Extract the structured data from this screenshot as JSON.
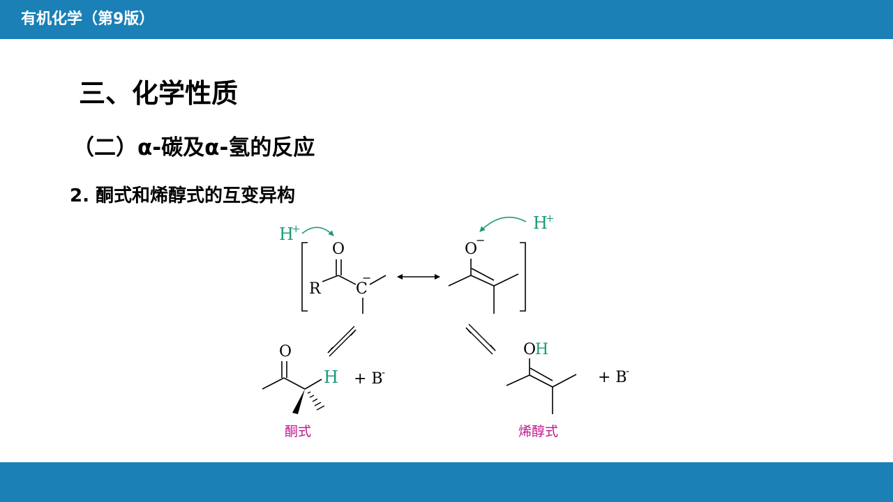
{
  "header": {
    "title": "有机化学（第9版）"
  },
  "content": {
    "heading_1": "三、化学性质",
    "heading_2": "（二）α-碳及α-氢的反应",
    "heading_3": "2. 酮式和烯醇式的互变异构"
  },
  "scheme": {
    "proton_left": "H",
    "proton_right": "H",
    "proton_charge": "+",
    "carbanion_O": "O",
    "carbanion_R": "R",
    "carbanion_C": "C",
    "enolate_O": "O",
    "negative_charge": "−",
    "keto_O": "O",
    "keto_H": "H",
    "enol_O": "O",
    "enol_H": "H",
    "plus_base": "+ B",
    "base_charge": "-",
    "keto_label": "酮式",
    "enol_label": "烯醇式"
  },
  "colors": {
    "bar": "#1a80b6",
    "proton_teal": "#1a9a7a",
    "label_magenta": "#c0148c"
  }
}
